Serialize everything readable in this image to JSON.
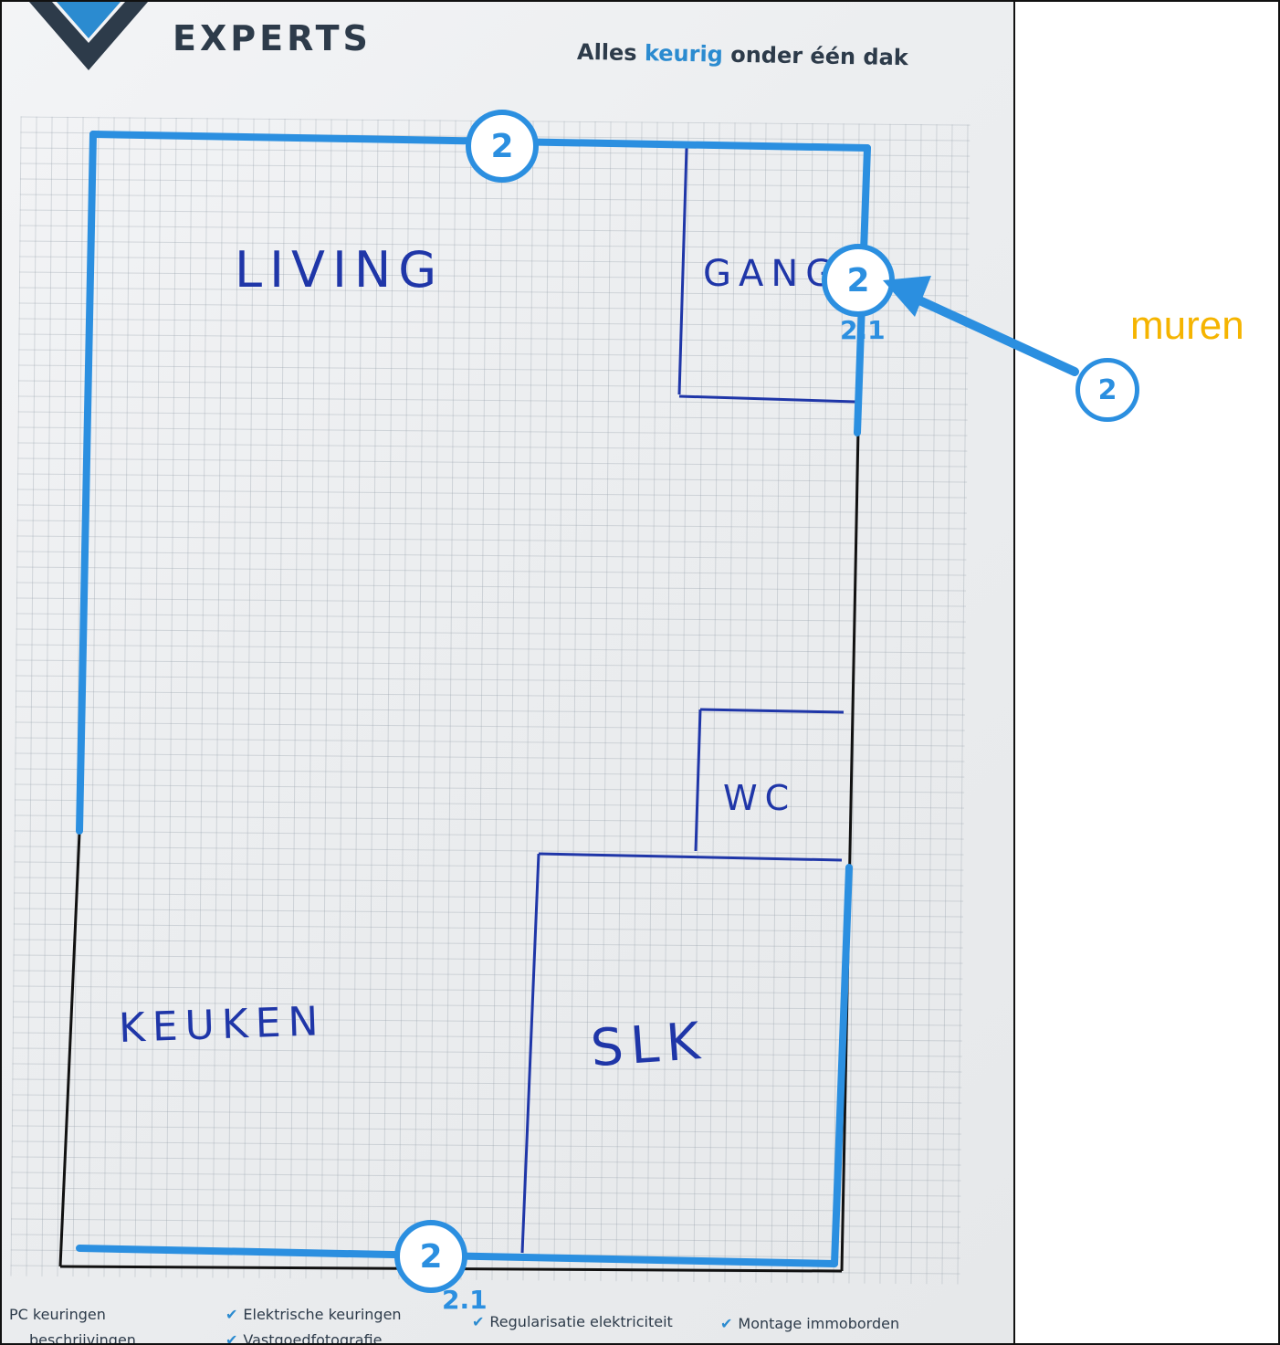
{
  "header": {
    "brand": "EXPERTS",
    "tagline_before": "Alles ",
    "tagline_accent": "keurig",
    "tagline_after": " onder één dak",
    "accent_color": "#2b8bd0"
  },
  "rooms": {
    "living": "LIVING",
    "gang": "GANG",
    "wc": "WC",
    "keuken": "KEUKEN",
    "slk": "SLK"
  },
  "annotations": {
    "badge_top": "2",
    "badge_right": "2",
    "badge_bottom": "2",
    "badge_pointer": "2",
    "sub_right": "2.1",
    "sub_bottom": "2.1",
    "side_label": "muren",
    "line_color": "#2b8fe0",
    "label_color": "#f5b400"
  },
  "footer_services": [
    "PC keuringen",
    "Elektrische keuringen",
    "Regularisatie elektriciteit",
    "Montage immoborden",
    "beschrijvingen",
    "Vastgoedfotografie"
  ],
  "icons": {
    "logo": "diamond-logo-icon",
    "check": "check-icon",
    "arrow": "arrow-icon"
  }
}
